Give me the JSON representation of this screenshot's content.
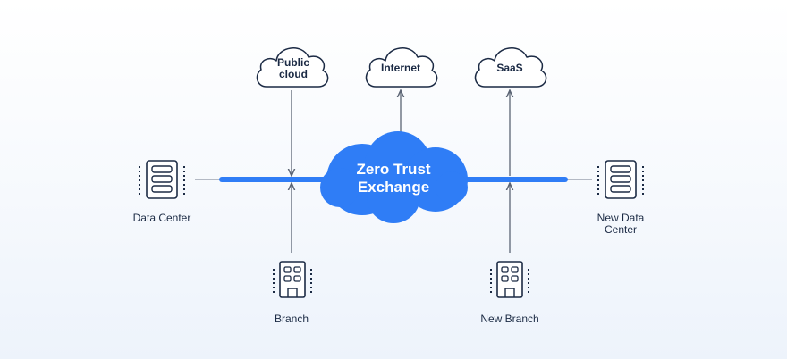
{
  "diagram": {
    "hub": {
      "line1": "Zero Trust",
      "line2": "Exchange",
      "color": "#2f7df6"
    },
    "clouds": {
      "public": {
        "line1": "Public",
        "line2": "cloud"
      },
      "internet": {
        "line1": "Internet"
      },
      "saas": {
        "line1": "SaaS"
      }
    },
    "sites": {
      "data_center": {
        "line1": "Data Center"
      },
      "new_data_center": {
        "line1": "New Data",
        "line2": "Center"
      },
      "branch": {
        "line1": "Branch"
      },
      "new_branch": {
        "line1": "New Branch"
      }
    },
    "icons": {
      "server": "server-rack-icon",
      "building": "office-building-icon",
      "cloud": "cloud-outline-icon"
    },
    "colors": {
      "ink": "#1b2a44",
      "connector": "#6b7280",
      "bus": "#2f7df6",
      "background": "#f4f8fd"
    }
  }
}
